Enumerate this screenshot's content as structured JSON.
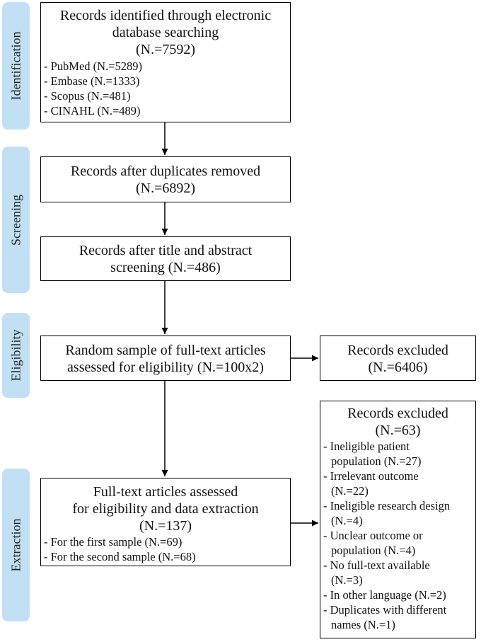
{
  "stages": {
    "identification": "Identification",
    "screening": "Screening",
    "eligibility": "Eligibility",
    "extraction": "Extraction"
  },
  "identified": {
    "title_line1": "Records identified through electronic",
    "title_line2": "database searching",
    "count": "(N.=7592)",
    "items": [
      "- PubMed (N.=5289)",
      "- Embase (N.=1333)",
      "- Scopus (N.=481)",
      "- CINAHL (N.=489)"
    ]
  },
  "dedup": {
    "line1": "Records after duplicates removed",
    "line2": "(N.=6892)"
  },
  "title_abstract": {
    "line1": "Records after title and abstract",
    "line2": "screening (N.=486)"
  },
  "random_sample": {
    "line1": "Random sample of full-text articles",
    "line2": "assessed for eligibility (N.=100x2)"
  },
  "excluded_1": {
    "line1": "Records excluded",
    "line2": "(N.=6406)"
  },
  "fulltext": {
    "line1": "Full-text articles assessed",
    "line2": "for eligibility and data extraction",
    "count": "(N.=137)",
    "items": [
      "- For the first sample (N.=69)",
      "- For the second sample (N.=68)"
    ]
  },
  "excluded_2": {
    "title": "Records excluded",
    "count": "(N.=63)",
    "lines": [
      "- Ineligible patient",
      "population (N.=27)",
      "- Irrelevant outcome",
      "(N.=22)",
      "- Ineligible research design",
      "(N.=4)",
      "- Unclear outcome or",
      "population (N.=4)",
      "- No full-text available",
      "(N.=3)",
      "- In other language (N.=2)",
      "- Duplicates with different",
      "names (N.=1)"
    ]
  }
}
